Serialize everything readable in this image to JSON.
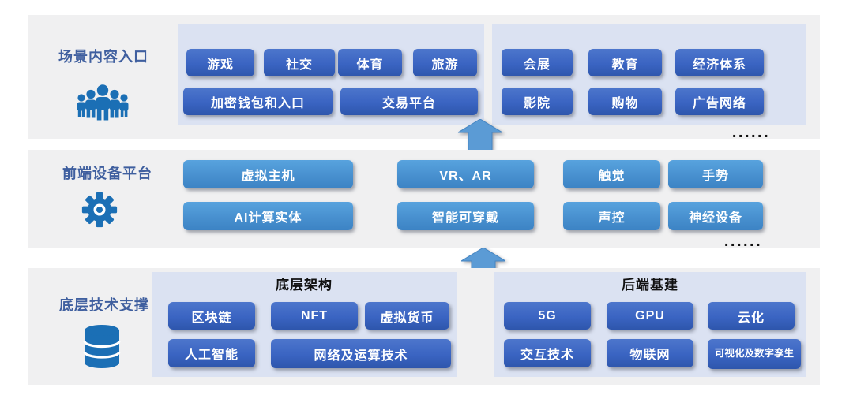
{
  "diagram_title": "metaverse-architecture",
  "colors": {
    "band_bg": "#f0f0f1",
    "panel_bg": "#dbe2f2",
    "dark_button": "#3a64c2",
    "light_button": "#4890cf",
    "icon_blue": "#1b6fb5",
    "arrow": "#5b9bd5",
    "label_text": "#3f5f9f"
  },
  "layers": {
    "scene": {
      "label": "场景内容入口",
      "panelA": {
        "row1": [
          "游戏",
          "社交",
          "体育",
          "旅游"
        ],
        "row2": [
          "加密钱包和入口",
          "交易平台"
        ]
      },
      "panelB": {
        "row1": [
          "会展",
          "教育",
          "经济体系"
        ],
        "row2": [
          "影院",
          "购物",
          "广告网络"
        ]
      },
      "ellipsis": "......"
    },
    "device": {
      "label": "前端设备平台",
      "row1": [
        "虚拟主机",
        "VR、AR",
        "触觉",
        "手势"
      ],
      "row2": [
        "AI计算实体",
        "智能可穿戴",
        "声控",
        "神经设备"
      ],
      "ellipsis": "......"
    },
    "tech": {
      "label": "底层技术支撑",
      "panelC": {
        "title": "底层架构",
        "row1": [
          "区块链",
          "NFT",
          "虚拟货币"
        ],
        "row2": [
          "人工智能",
          "网络及运算技术"
        ]
      },
      "panelD": {
        "title": "后端基建",
        "row1": [
          "5G",
          "GPU",
          "云化"
        ],
        "row2": [
          "交互技术",
          "物联网",
          "可视化及数字孪生"
        ]
      }
    }
  }
}
